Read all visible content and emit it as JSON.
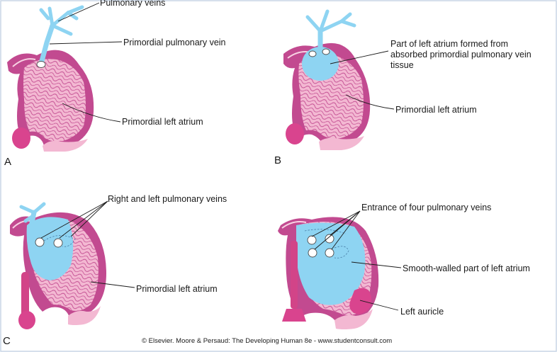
{
  "panels": [
    {
      "id": "A",
      "letter": "A",
      "labels": {
        "pulmonary_veins": "Pulmonary veins",
        "primordial_pulmonary_vein": "Primordial pulmonary vein",
        "primordial_left_atrium": "Primordial left atrium"
      }
    },
    {
      "id": "B",
      "letter": "B",
      "labels": {
        "absorbed_line1": "Part of left atrium formed from",
        "absorbed_line2": "absorbed primordial pulmonary vein",
        "absorbed_line3": "tissue",
        "primordial_left_atrium": "Primordial left atrium"
      }
    },
    {
      "id": "C",
      "letter": "C",
      "labels": {
        "right_left_pulmonary_veins": "Right and left pulmonary veins",
        "primordial_left_atrium": "Primordial left atrium"
      }
    },
    {
      "id": "D",
      "letter": "",
      "labels": {
        "four_veins": "Entrance of four pulmonary veins",
        "smooth_walled": "Smooth-walled part of left atrium",
        "left_auricle": "Left auricle"
      }
    }
  ],
  "credit": "© Elsevier. Moore & Persaud: The Developing Human 8e - www.studentconsult.com",
  "colors": {
    "tissue_pink": "#f3b8d2",
    "wall_magenta": "#c24a90",
    "vein_blue": "#8ed4f2",
    "auricle_magenta": "#d9448e"
  }
}
